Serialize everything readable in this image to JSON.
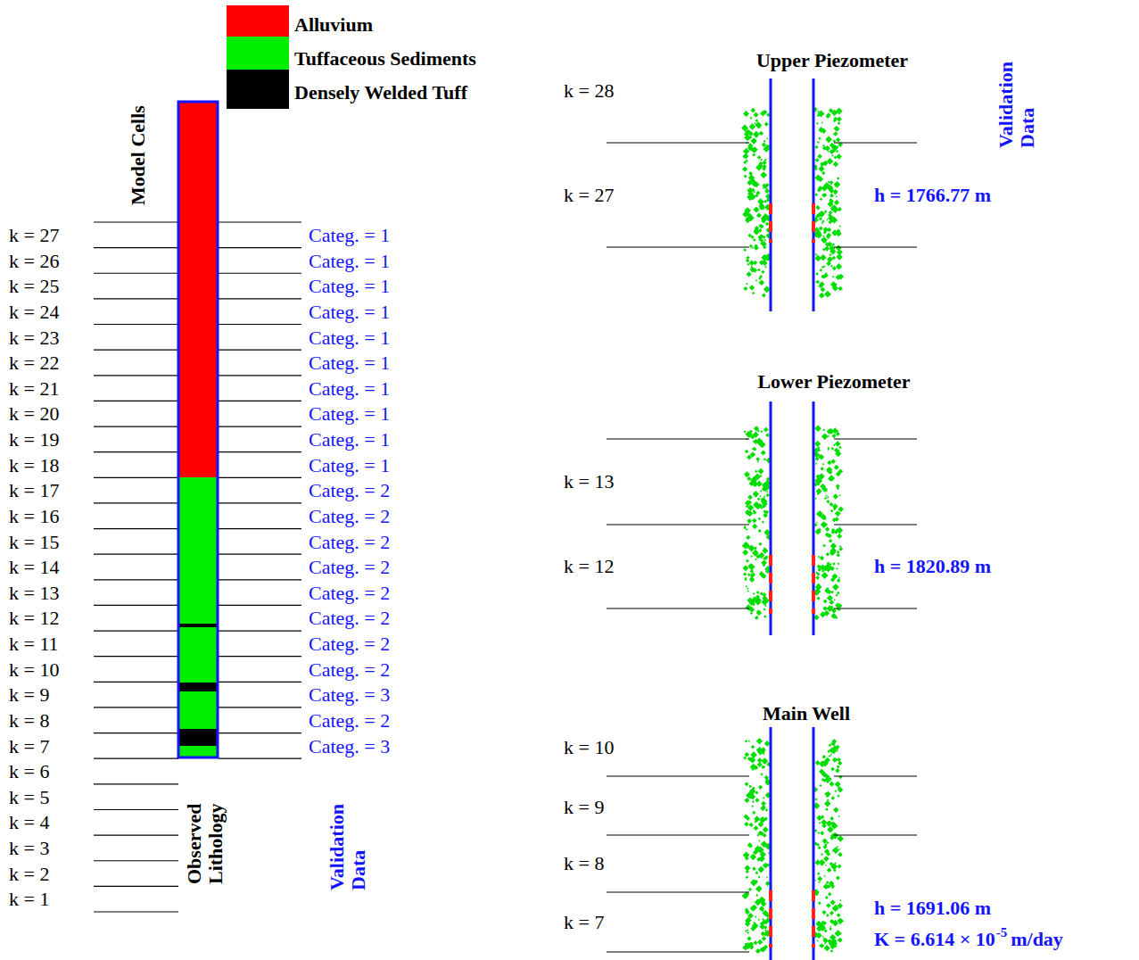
{
  "diagram": {
    "labels": [
      "Model Cells",
      "k = 27",
      "k = 26",
      "k = 25",
      "k = 24",
      "k = 23",
      "k = 22",
      "k = 21",
      "k = 20",
      "k = 19",
      "k = 18",
      "k = 17",
      "k = 16",
      "k = 15",
      "k = 14",
      "k = 13",
      "k = 12",
      "k = 11",
      "k = 10",
      "k = 9",
      "k = 8",
      "k = 7",
      "k = 6",
      "k = 5",
      "k = 4",
      "k = 3",
      "k = 2",
      "k = 1",
      "Categ. = 1",
      "Categ. = 1",
      "Categ. = 1",
      "Categ. = 1",
      "Categ. = 1",
      "Categ. = 1",
      "Categ. = 1",
      "Categ. = 1",
      "Categ. = 1",
      "Categ. = 1",
      "Categ. = 2",
      "Categ. = 2",
      "Categ. = 2",
      "Categ. = 2",
      "Categ. = 2",
      "Categ. = 2",
      "Categ. = 2",
      "Categ. = 2",
      "Categ. = 3",
      "Categ. = 2",
      "Categ. = 3",
      "Observed Lithology",
      "Validation Data",
      "Upper Piezometer",
      "k = 28",
      "k = 27",
      "h = 1766.77 m",
      "Validation Data",
      "Lower Piezometer",
      "k = 13",
      "k = 12",
      "h = 1820.89 m",
      "Main Well",
      "k = 10",
      "k = 9",
      "k = 8",
      "k = 7",
      "h = 1691.06 m",
      "K = 6.614 × 10",
      "-5",
      "m/day"
    ],
    "legend": [
      {
        "text": "Alluvium",
        "color": "#ff0000"
      },
      {
        "text": "Tuffaceous Sediments",
        "color": "#00ee00"
      },
      {
        "text": "Densely Welded Tuff",
        "color": "#000000"
      }
    ]
  }
}
